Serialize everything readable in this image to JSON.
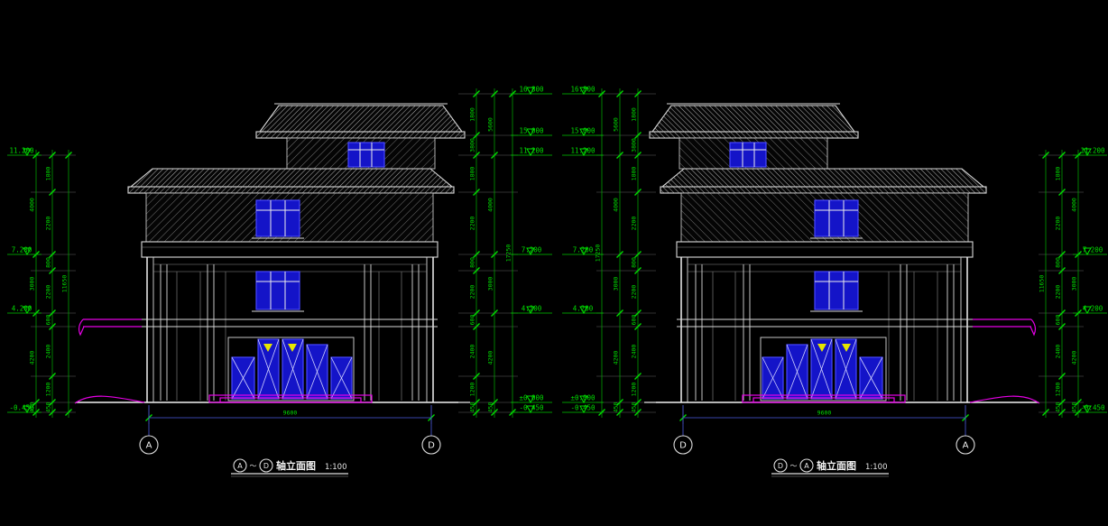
{
  "drawing": {
    "background": "#000000",
    "colors": {
      "lines": "#d9d9d9",
      "hatch": "#a0a0a0",
      "window_blue": "#1414c8",
      "dimension_green": "#00dc00",
      "canopy_magenta": "#e600e6",
      "door_marker_yellow": "#e6e600",
      "axis_leader_blue": "#4a5ae0"
    },
    "views": [
      {
        "id": "left-elevation",
        "caption": {
          "axis_from": "A",
          "wave": "～",
          "axis_to": "D",
          "title": "轴立面图",
          "scale": "1:100"
        },
        "axis_bubbles": [
          "A",
          "D"
        ],
        "overall_width_dim": "9600",
        "elevation_markers_outer": [
          "11.200",
          "7.200",
          "4.200",
          "-0.450"
        ],
        "elevation_markers_inner": [
          "16.800",
          "15.000",
          "11.200",
          "7.200",
          "4.200",
          "±0.000",
          "-0.450"
        ],
        "dim_chain_story": [
          "4000",
          "3000",
          "4200",
          "450"
        ],
        "dim_chain_fine": [
          "1800",
          "2200",
          "800",
          "2200",
          "600",
          "2400",
          "1200",
          "450"
        ],
        "dim_chain_inner_fine": [
          "1800",
          "3800",
          "1800",
          "2200",
          "800",
          "2200",
          "600",
          "2400",
          "1200",
          "450"
        ],
        "dim_chain_inner_story": [
          "5600",
          "4000",
          "3000",
          "4200",
          "450"
        ],
        "dim_overall_outer": [
          "11650"
        ],
        "dim_overall_inner": [
          "17250"
        ]
      },
      {
        "id": "right-elevation",
        "caption": {
          "axis_from": "D",
          "wave": "～",
          "axis_to": "A",
          "title": "轴立面图",
          "scale": "1:100"
        },
        "axis_bubbles": [
          "D",
          "A"
        ],
        "overall_width_dim": "9600",
        "elevation_markers_outer": [
          "11.200",
          "7.200",
          "4.200",
          "-0.450"
        ],
        "elevation_markers_inner": [
          "16.800",
          "15.000",
          "11.200",
          "7.200",
          "4.200",
          "±0.000",
          "-0.450"
        ],
        "dim_chain_story": [
          "4000",
          "3000",
          "4200",
          "450"
        ],
        "dim_chain_fine": [
          "1800",
          "2200",
          "800",
          "2200",
          "600",
          "2400",
          "1200",
          "450"
        ],
        "dim_chain_inner_fine": [
          "1800",
          "3800",
          "1800",
          "2200",
          "800",
          "2200",
          "600",
          "2400",
          "1200",
          "450"
        ],
        "dim_chain_inner_story": [
          "5600",
          "4000",
          "3000",
          "4200",
          "450"
        ],
        "dim_overall_outer": [
          "11650"
        ],
        "dim_overall_inner": [
          "17250"
        ]
      }
    ]
  }
}
